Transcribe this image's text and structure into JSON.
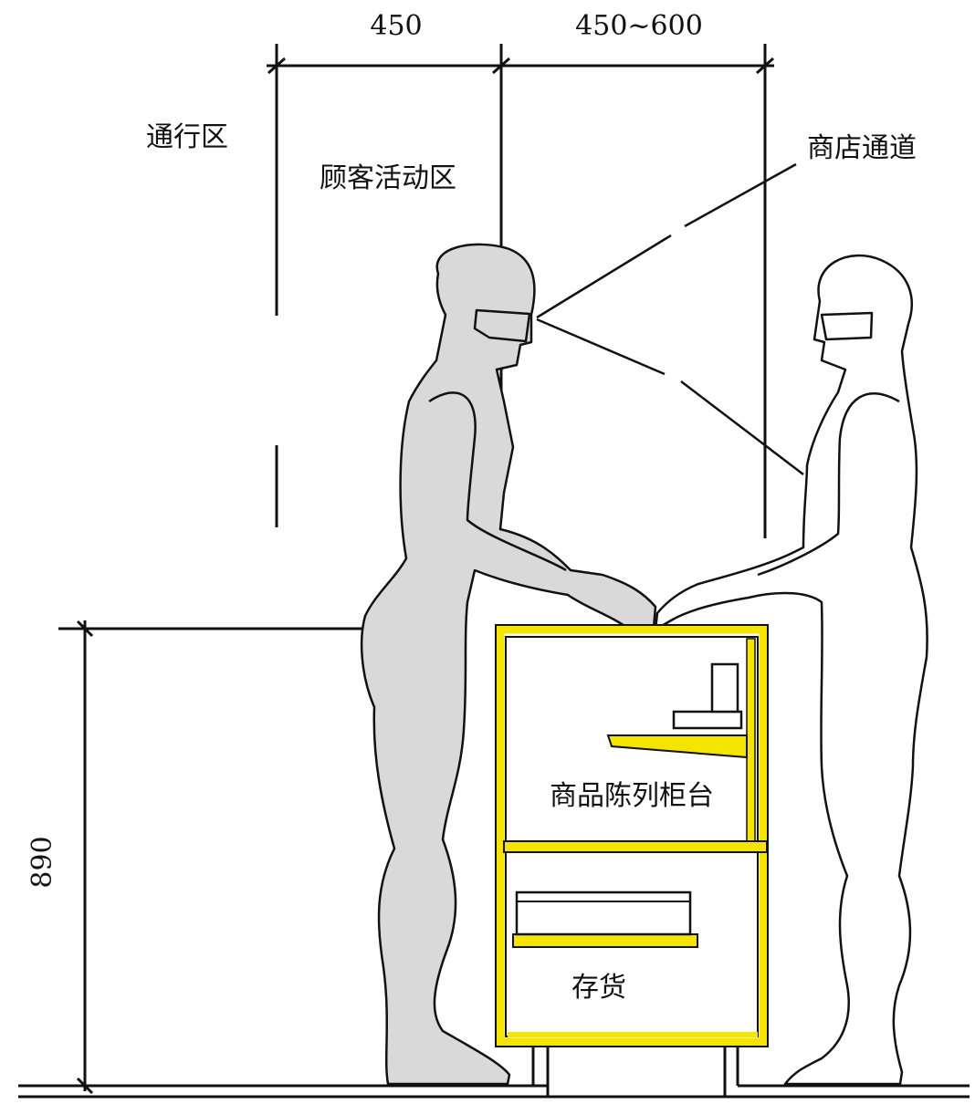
{
  "dimensions": {
    "top_left": "450",
    "top_right": "450~600",
    "vertical": "890"
  },
  "zones": {
    "passage": "通行区",
    "customer_area": "顾客活动区",
    "store_aisle": "商店通道"
  },
  "counter": {
    "display_label": "商品陈列柜台",
    "storage_label": "存货"
  },
  "colors": {
    "counter_frame": "#f5e400",
    "customer_fill": "#d9d9d9",
    "line": "#111111"
  }
}
